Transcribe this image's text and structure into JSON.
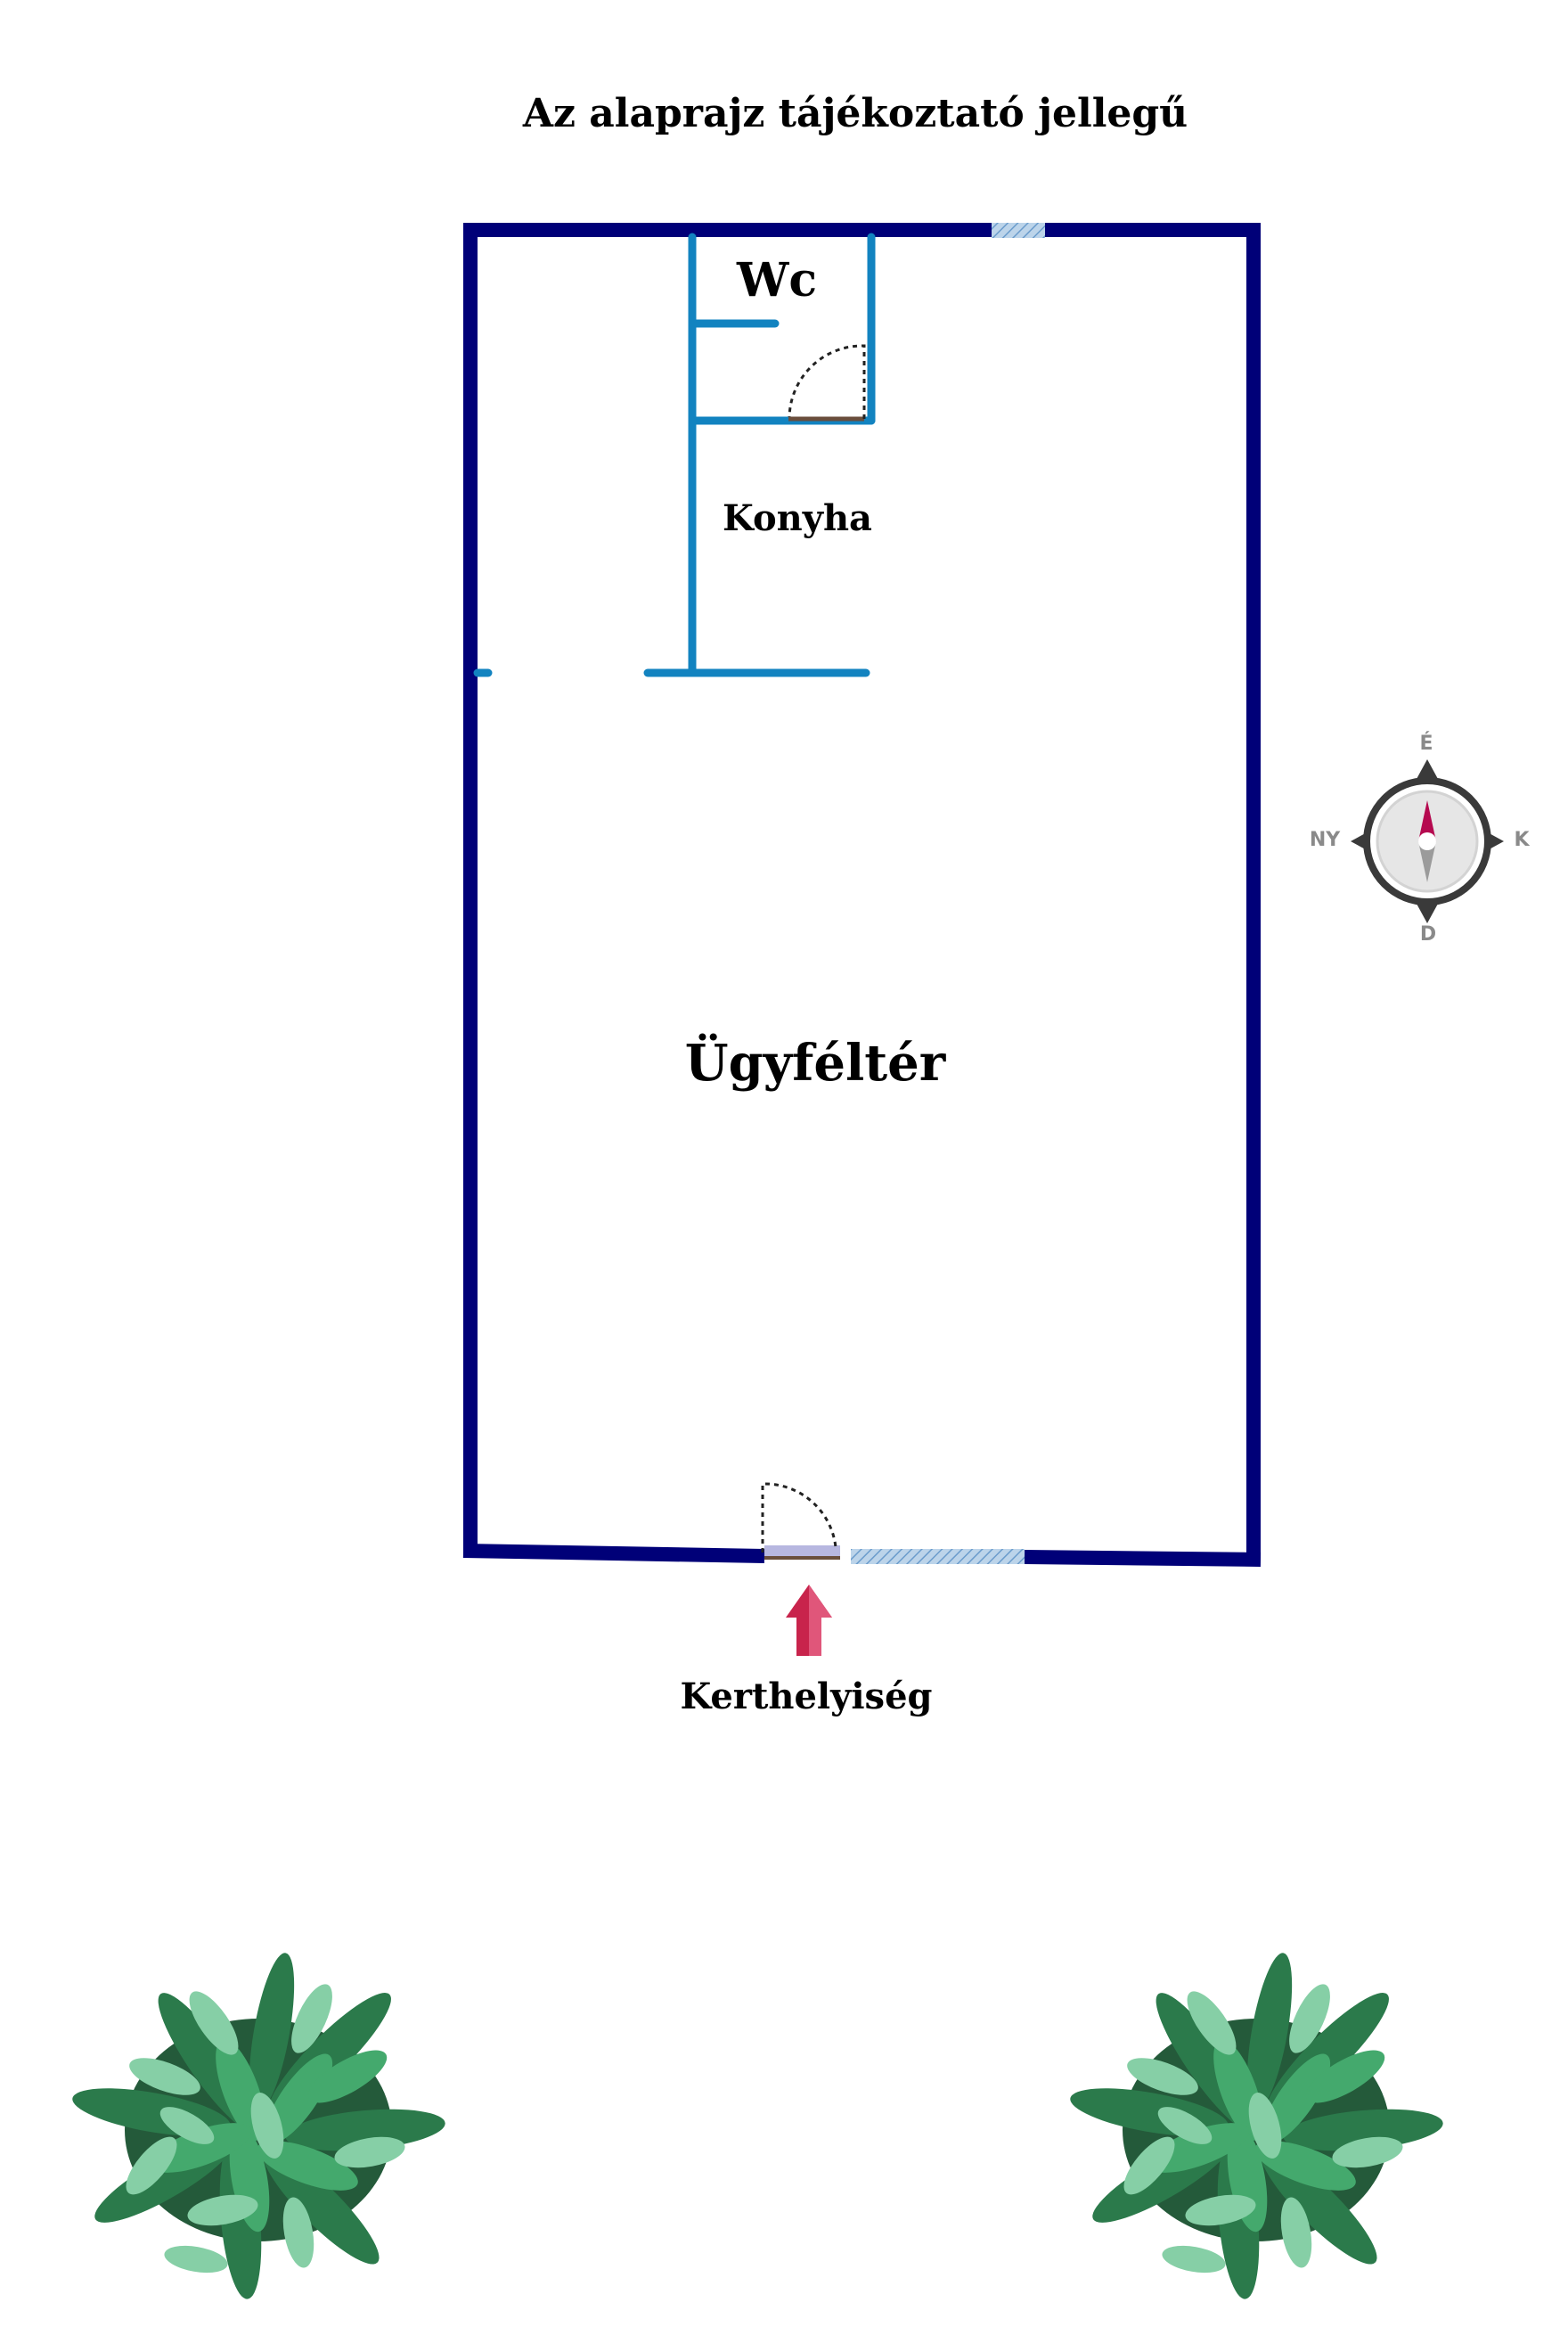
{
  "title": "Az alaprajz tájékoztató jellegű",
  "rooms": {
    "wc": "Wc",
    "konyha": "Konyha",
    "ugyfelter": "Ügyféltér"
  },
  "entrance_label": "Kerthelyiség",
  "compass": {
    "north": "É",
    "south": "D",
    "west": "NY",
    "east": "K"
  },
  "colors": {
    "outer_wall": "#000078",
    "inner_wall": "#1283c0",
    "arrow": "#c8244c",
    "compass_needle": "#b5094f",
    "plant_dark": "#2b7a4b",
    "plant_light": "#86cfa6"
  }
}
